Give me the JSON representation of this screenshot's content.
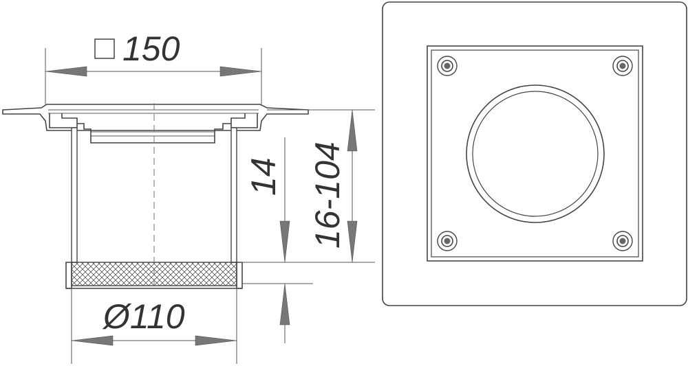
{
  "dimensions": {
    "width": "150",
    "height_total": "16-104",
    "height_inner": "14",
    "diameter": "Ø110"
  },
  "colors": {
    "line": "#444444",
    "arrow": "#777777",
    "text": "#333333",
    "background": "#ffffff"
  }
}
